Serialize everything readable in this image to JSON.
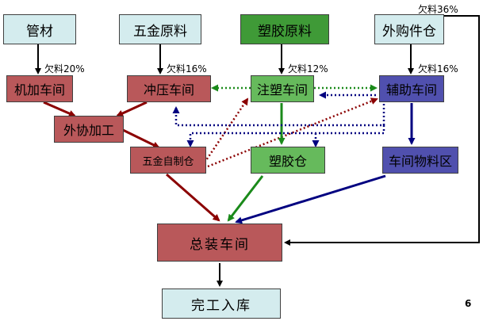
{
  "nodes": {
    "pipe": "管材",
    "hardware_material": "五金原料",
    "plastic_material": "塑胶原料",
    "purchased_parts": "外购件仓",
    "machining": "机加车间",
    "stamping": "冲压车间",
    "injection": "注塑车间",
    "auxiliary": "辅助车间",
    "outsourcing": "外协加工",
    "hardware_warehouse": "五金自制仓",
    "plastic_warehouse": "塑胶仓",
    "workshop_material_area": "车间物料区",
    "assembly": "总装车间",
    "finished_storage": "完工入库"
  },
  "shortage_labels": {
    "pipe": "欠料20%",
    "hardware": "欠料16%",
    "plastic": "欠料12%",
    "purchased": "欠料16%",
    "purchased_top": "欠料36%"
  },
  "page_number": "6",
  "colors": {
    "dark_red": "#8b0000",
    "green": "#1a8a1a",
    "navy": "#000080",
    "black": "#000000"
  }
}
